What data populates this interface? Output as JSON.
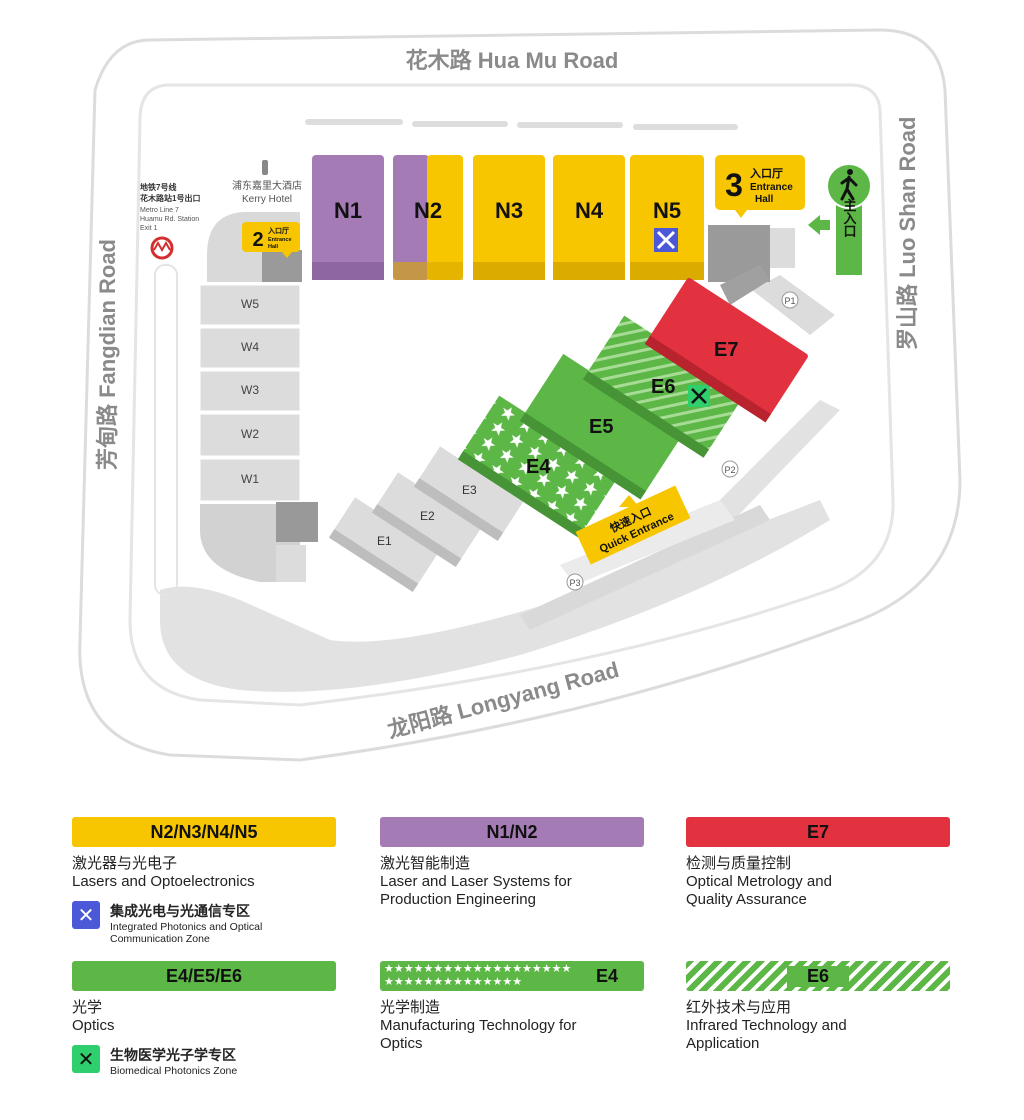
{
  "roads": {
    "north": "花木路  Hua Mu Road",
    "east": "罗山路  Luo Shan Road",
    "south": "龙阳路  Longyang Road",
    "west": "芳甸路  Fangdian Road"
  },
  "metro": {
    "zh_line1": "地铁7号线",
    "zh_line2": "花木路站1号出口",
    "en_line1": "Metro Line 7",
    "en_line2": "Huamu Rd. Station",
    "en_line3": "Exit 1"
  },
  "hotel": {
    "zh": "浦东嘉里大酒店",
    "en": "Kerry Hotel"
  },
  "entrance2": {
    "num": "2",
    "zh": "入口厅",
    "en1": "Entrance",
    "en2": "Hall"
  },
  "entrance3": {
    "num": "3",
    "zh": "入口厅",
    "en1": "Entrance",
    "en2": "Hall"
  },
  "main_entrance": {
    "zh": "主入口"
  },
  "quick_entrance": {
    "zh": "快速入口",
    "en": "Quick Entrance"
  },
  "halls": {
    "N1": "N1",
    "N2": "N2",
    "N3": "N3",
    "N4": "N4",
    "N5": "N5",
    "W1": "W1",
    "W2": "W2",
    "W3": "W3",
    "W4": "W4",
    "W5": "W5",
    "E1": "E1",
    "E2": "E2",
    "E3": "E3",
    "E4": "E4",
    "E5": "E5",
    "E6": "E6",
    "E7": "E7"
  },
  "parking": {
    "P1": "P1",
    "P2": "P2",
    "P3": "P3"
  },
  "colors": {
    "yellow": "#f7c600",
    "purple": "#a57bb5",
    "red": "#e2323f",
    "green": "#5cb746",
    "gray": "#d9d9d9",
    "blue_zone": "#4b58d8",
    "bio_zone": "#2fcf6e"
  },
  "legend": [
    {
      "bar": "N2/N3/N4/N5",
      "zh": "激光器与光电子",
      "en": "Lasers and Optoelectronics",
      "zone_zh": "集成光电与光通信专区",
      "zone_en": "Integrated Photonics and Optical Communication Zone"
    },
    {
      "bar": "N1/N2",
      "zh": "激光智能制造",
      "en": "Laser and Laser Systems for Production Engineering"
    },
    {
      "bar": "E7",
      "zh": "检测与质量控制",
      "en": "Optical Metrology and Quality Assurance"
    },
    {
      "bar": "E4/E5/E6",
      "zh": "光学",
      "en": "Optics",
      "zone_zh": "生物医学光子学专区",
      "zone_en": "Biomedical Photonics Zone"
    },
    {
      "bar": "E4",
      "bar_stars": "★★★★★★★★★★★★★★★★★★★★★★★★★★★★★★★★★",
      "zh": "光学制造",
      "en": "Manufacturing Technology for Optics"
    },
    {
      "bar": "E6",
      "zh": "红外技术与应用",
      "en": "Infrared Technology and Application"
    }
  ]
}
